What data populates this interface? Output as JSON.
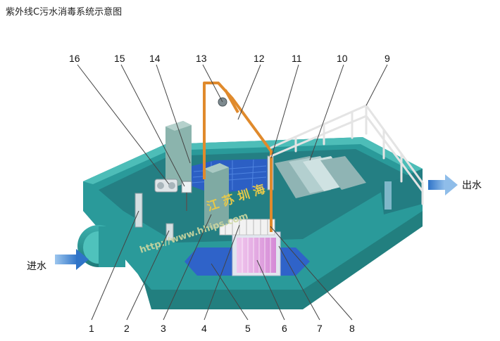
{
  "title": "紫外线C污水消毒系统示意图",
  "inlet_label": "进水",
  "outlet_label": "出水",
  "callouts_top": [
    "16",
    "15",
    "14",
    "13",
    "12",
    "11",
    "10",
    "9"
  ],
  "callouts_bottom": [
    "1",
    "2",
    "3",
    "4",
    "5",
    "6",
    "7",
    "8"
  ],
  "watermark_brand": "江 苏 圳 海",
  "watermark_url": "http://www.hhips.com",
  "colors": {
    "tank": "#2a9a9a",
    "tank_dark": "#1d7676",
    "tank_top": "#44b4b0",
    "water": "#2f63c9",
    "frame": "#e08a2c",
    "cabinet": "#6e9c94",
    "railing": "#e6e6e6",
    "arrow": "#4a90d6"
  }
}
